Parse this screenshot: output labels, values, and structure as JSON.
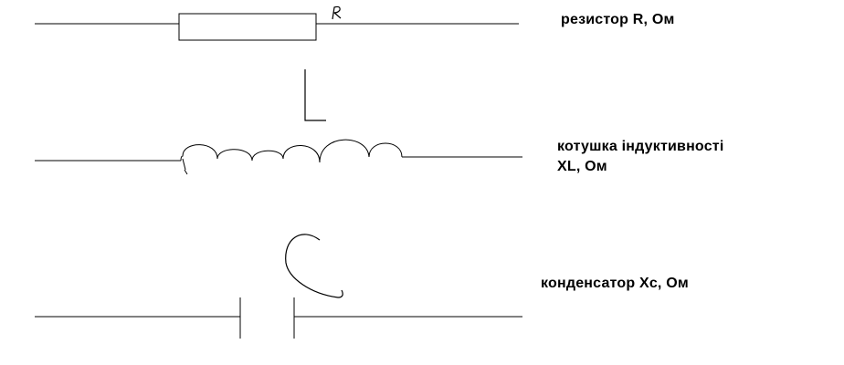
{
  "diagram": {
    "components": [
      {
        "id": "resistor",
        "symbol_letter": "R",
        "label": "резистор R, Ом"
      },
      {
        "id": "inductor",
        "symbol_letter": "L",
        "label_line1": "котушка індуктивності",
        "label_line2": "XL, Ом"
      },
      {
        "id": "capacitor",
        "symbol_letter": "C",
        "label": "конденсатор Xc, Ом"
      }
    ],
    "colors": {
      "stroke": "#000000",
      "background": "#ffffff",
      "text": "#000000"
    }
  }
}
